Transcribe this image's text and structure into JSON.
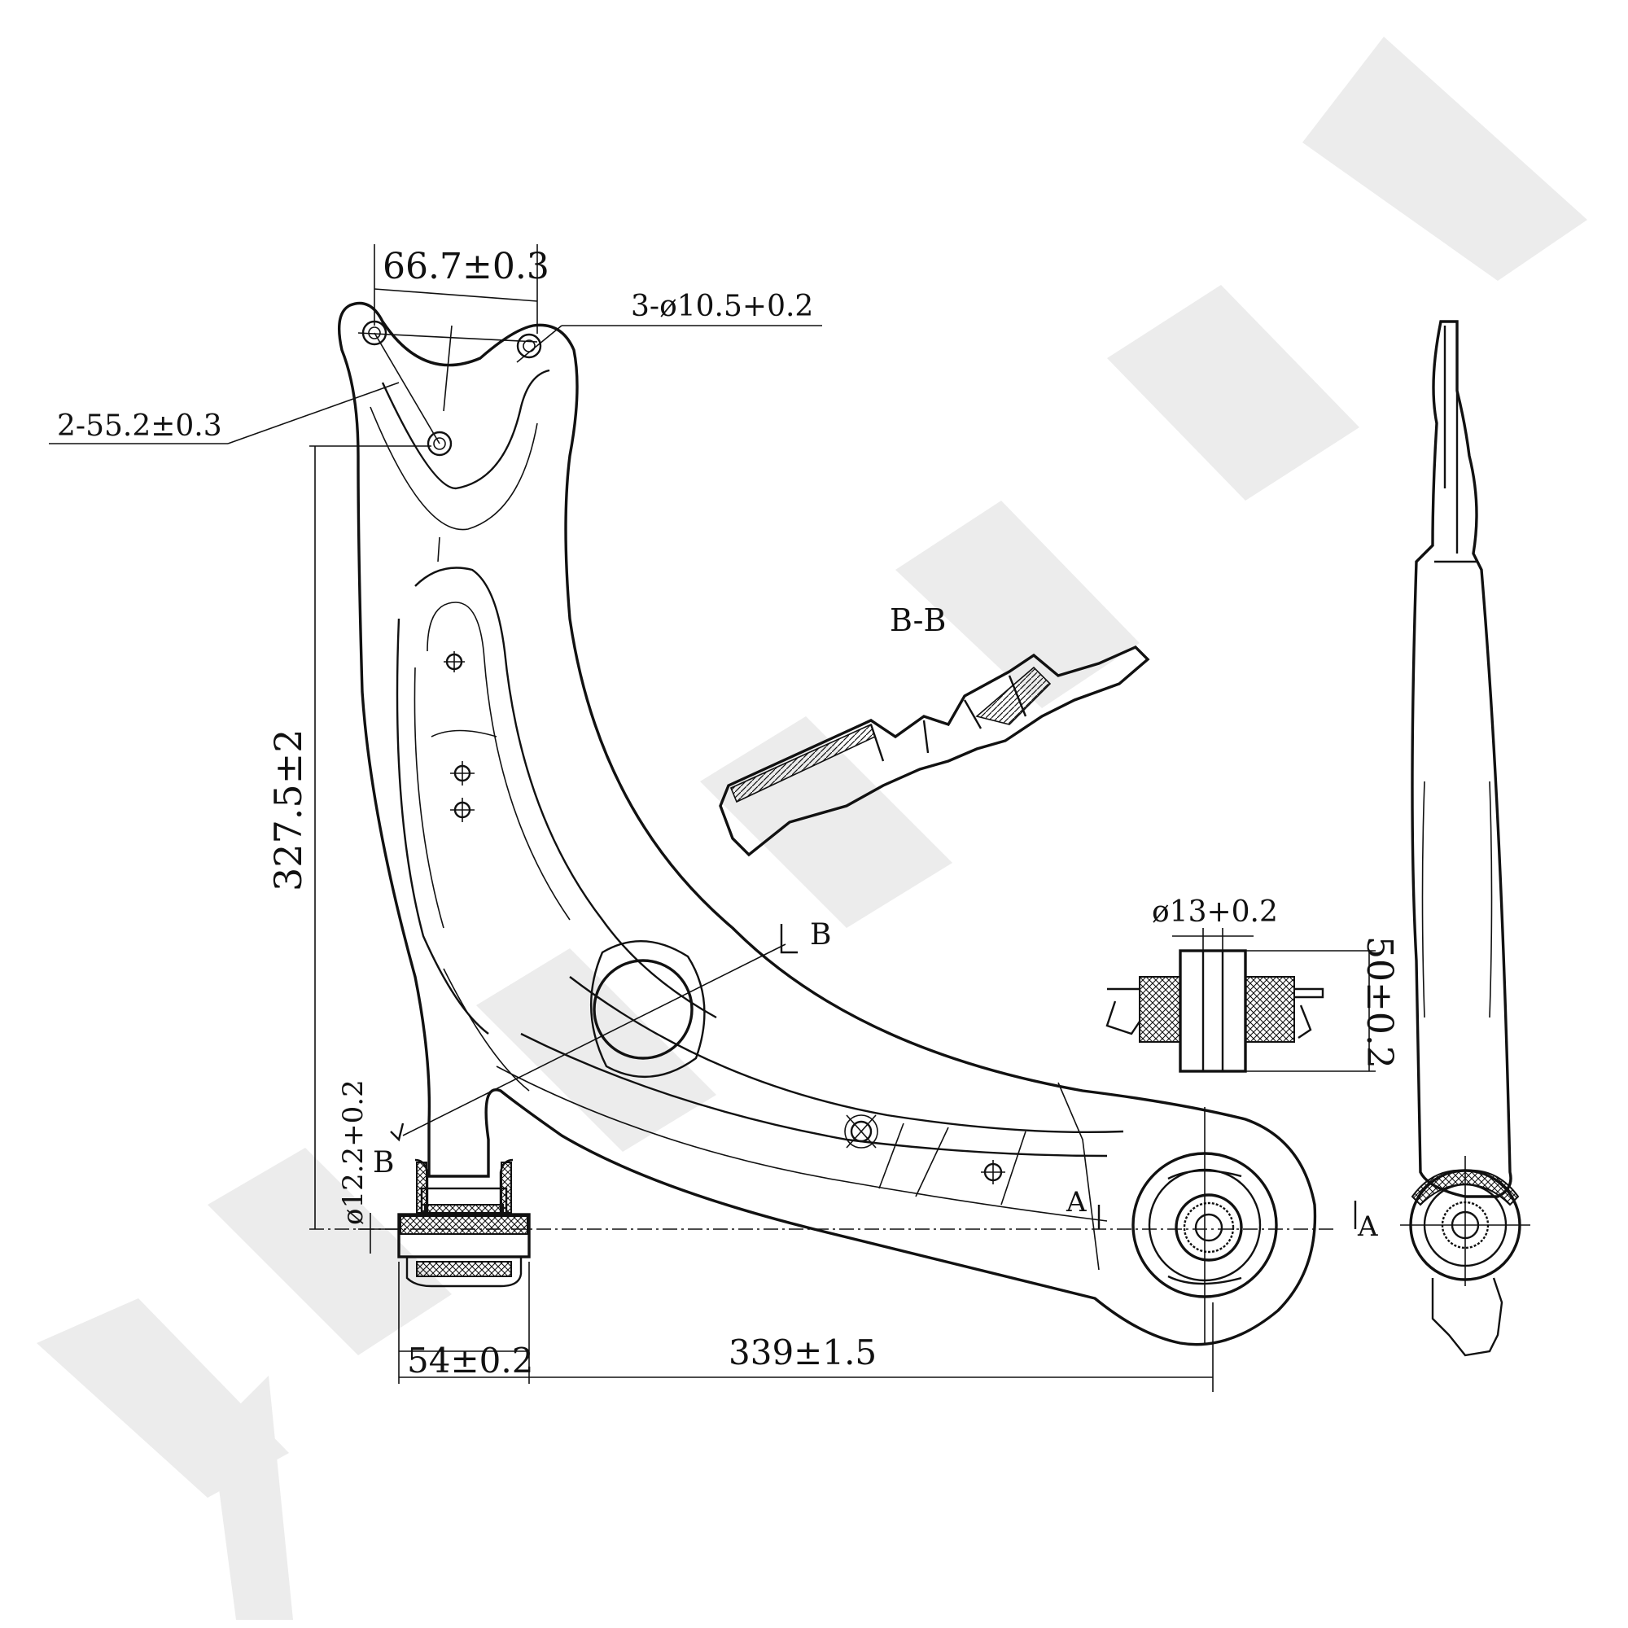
{
  "watermark": {
    "text": "YEAN-NEK style brand watermark",
    "color": "#ececec"
  },
  "dimensions": {
    "top_spacing": "66.7±0.3",
    "holes": "3-ø10.5+0.2",
    "slot": "2-55.2±0.3",
    "height": "327.5±2",
    "bush_dia": "ø12.2+0.2",
    "bush_width": "54±0.2",
    "length": "339±1.5",
    "ball_dia": "ø13+0.2",
    "ball_height": "50±0.2"
  },
  "section": {
    "title": "B-B",
    "marker_top": "B",
    "marker_bottom": "B",
    "marker_a_left": "A",
    "marker_a_right": "A"
  },
  "colors": {
    "line": "#111111",
    "background": "#ffffff"
  }
}
